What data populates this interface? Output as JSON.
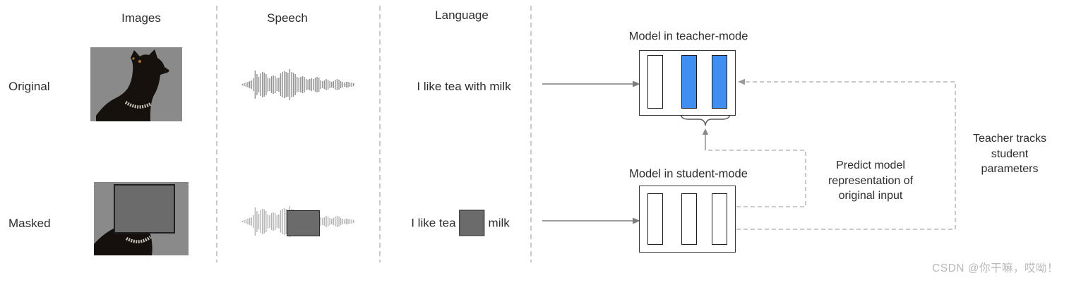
{
  "figure": {
    "columns": [
      {
        "label": "Images"
      },
      {
        "label": "Speech"
      },
      {
        "label": "Language"
      }
    ],
    "row_labels": {
      "original": "Original",
      "masked": "Masked"
    },
    "language_samples": {
      "original": "I like tea with milk",
      "masked_before": "I like tea",
      "masked_after": "milk"
    },
    "teacher": {
      "title": "Model in teacher-mode"
    },
    "student": {
      "title": "Model in student-mode"
    },
    "annotations": {
      "predict": [
        "Predict model",
        "representation of",
        "original input"
      ],
      "tracks": [
        "Teacher tracks",
        "student",
        "parameters"
      ]
    }
  },
  "watermark": {
    "text": "CSDN @你干嘛，哎呦！"
  },
  "icons": {
    "dog_photo": "dog-photo-image",
    "waveform": "audio-waveform-icon",
    "mask": "mask-block"
  },
  "colors": {
    "accent_blue": "#3f8ef0",
    "mask_fill": "#6b6b6b",
    "wave_dark": "#8f8f8f",
    "wave_light": "#b2b2b2",
    "photo_bg": "#8a8a8a",
    "dashed_line": "#ababab",
    "solid_arrow": "#7d7d7d",
    "watermark": "#b9b9b9"
  },
  "waveform": {
    "amplitudes": [
      1,
      2,
      3,
      4,
      5,
      6,
      9,
      20,
      15,
      11,
      16,
      18,
      17,
      15,
      10,
      9,
      12,
      13,
      12,
      9,
      10,
      16,
      18,
      19,
      18,
      17,
      22,
      18,
      17,
      15,
      11,
      10,
      11,
      12,
      11,
      8,
      7,
      8,
      9,
      8,
      10,
      11,
      10,
      6,
      5,
      6,
      8,
      7,
      5,
      4,
      5,
      7,
      8,
      7,
      5,
      4,
      3,
      4,
      4,
      3,
      3,
      2
    ]
  }
}
